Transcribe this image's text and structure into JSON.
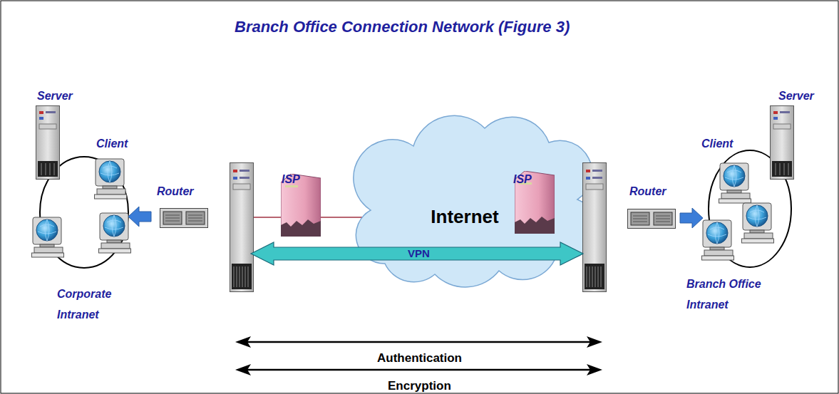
{
  "diagram": {
    "title": "Branch Office Connection Network (Figure 3)",
    "nodes": [
      {
        "text": [
          "Internet"
        ]
      },
      {
        "text": [
          "VPN"
        ]
      }
    ],
    "labels": [
      "Server",
      "Client",
      "Router",
      "ISP",
      "ISP",
      "Router",
      "Client",
      "Server",
      "Corporate Intranet",
      "Branch Office Intranet",
      "Authentication",
      "Encryption"
    ]
  }
}
